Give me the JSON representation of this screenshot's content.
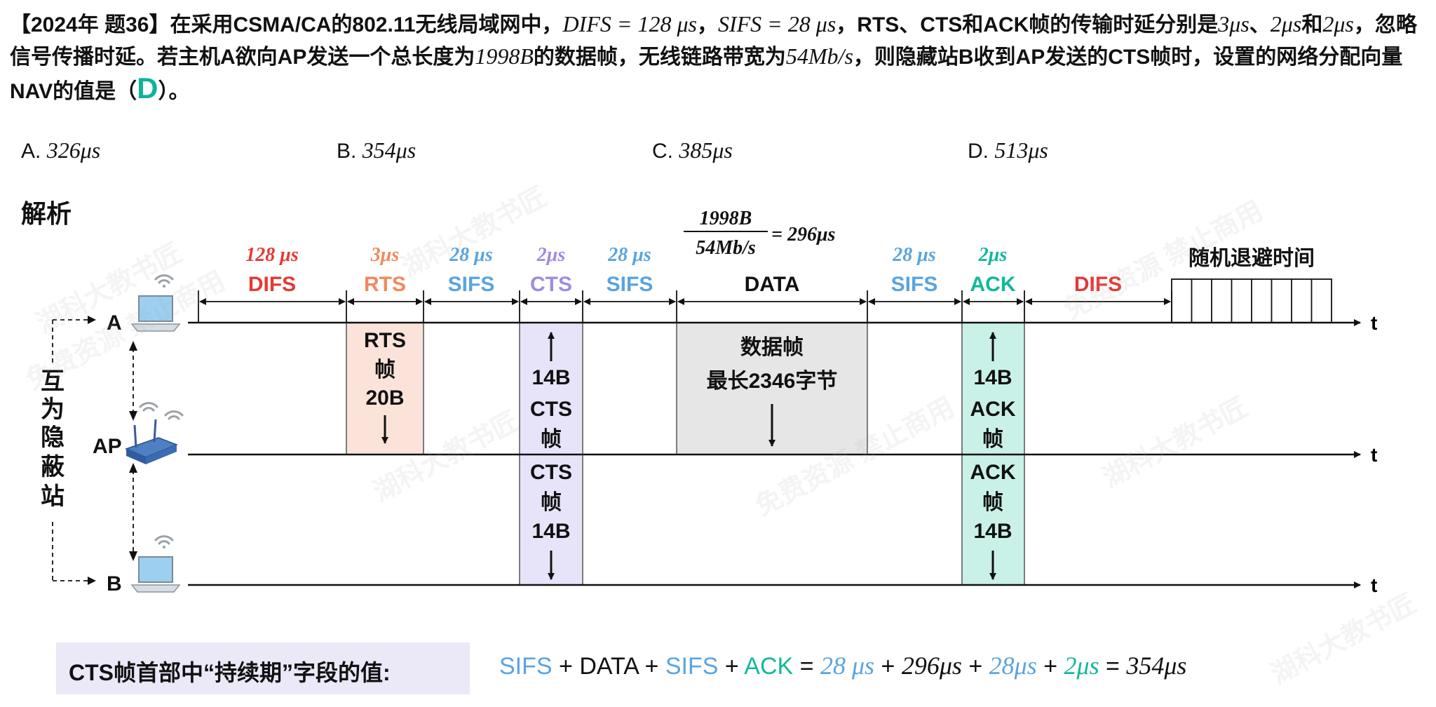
{
  "question": {
    "p1": "【2024年 题36】在采用CSMA/CA的802.11无线局域网中，",
    "m_difs": "DIFS = 128 μs",
    "p2": "，",
    "m_sifs": "SIFS = 28 μs",
    "p3": "，RTS、CTS和ACK帧的传输时延分别是",
    "m_a": "3μs",
    "p4": "、",
    "m_b": "2μs",
    "p5": "和",
    "m_c": "2μs",
    "p6": "，忽略信号传播时延。若主机A欲向AP发送一个总长度为",
    "m_len": "1998B",
    "p7": "的数据帧，无线链路带宽为",
    "m_bw": "54Mb/s",
    "p8": "，则隐藏站B收到AP发送的CTS帧时，设置的网络分配向量NAV的值是（",
    "answer": "D",
    "p9": "）。"
  },
  "options": [
    {
      "letter": "A.",
      "value": "326μs"
    },
    {
      "letter": "B.",
      "value": "354μs"
    },
    {
      "letter": "C.",
      "value": "385μs"
    },
    {
      "letter": "D.",
      "value": "513μs"
    }
  ],
  "section_title": "解析",
  "diagram": {
    "durations": {
      "difs": "128 μs",
      "rts": "3μs",
      "sifs1": "28 μs",
      "cts": "2μs",
      "sifs2": "28 μs",
      "sifs3": "28 μs",
      "ack": "2μs"
    },
    "labels": {
      "difs": "DIFS",
      "rts": "RTS",
      "sifs": "SIFS",
      "cts": "CTS",
      "data": "DATA",
      "ack": "ACK",
      "difs2": "DIFS",
      "backoff": "随机退避时间"
    },
    "data_formula": {
      "numerator": "1998B",
      "denominator": "54Mb/s",
      "result": "= 296μs"
    },
    "stations": {
      "a": "A",
      "ap": "AP",
      "b": "B"
    },
    "hidden_label": [
      "互",
      "为",
      "隐",
      "蔽",
      "站"
    ],
    "axis_t": "t",
    "boxes": {
      "rts": [
        "RTS",
        "帧",
        "20B"
      ],
      "cts_top": [
        "14B",
        "CTS",
        "帧"
      ],
      "cts_bottom": [
        "CTS",
        "帧",
        "14B"
      ],
      "data": [
        "数据帧",
        "最长2346字节"
      ],
      "ack_top": [
        "14B",
        "ACK",
        "帧"
      ],
      "ack_bottom": [
        "ACK",
        "帧",
        "14B"
      ]
    },
    "colors": {
      "red": "#e53935",
      "orange": "#f08a5d",
      "blue": "#5aa4e0",
      "purple": "#a18be0",
      "green": "#12b89a",
      "rts_fill": "#fbe3da",
      "cts_fill": "#e7e3f8",
      "data_fill": "#e6e6e6",
      "ack_fill": "#c9f1e7"
    },
    "icons": [
      "laptop-icon",
      "router-icon",
      "wifi-icon"
    ]
  },
  "formula": {
    "label": "CTS帧首部中“持续期”字段的值:",
    "sifs1": "SIFS",
    "plus1": " + DATA + ",
    "sifs2": "SIFS",
    "plus2": " + ",
    "ack": "ACK",
    "eq": " = ",
    "v1": "28 μs",
    "plus3": " + ",
    "v2": "296μs",
    "plus4": " + ",
    "v3": "28μs",
    "plus5": " + ",
    "v4": "2μs",
    "eq2": " = ",
    "total": "354μs"
  },
  "watermark": [
    "湖科大教书匠",
    "免费资源 禁止商用"
  ]
}
